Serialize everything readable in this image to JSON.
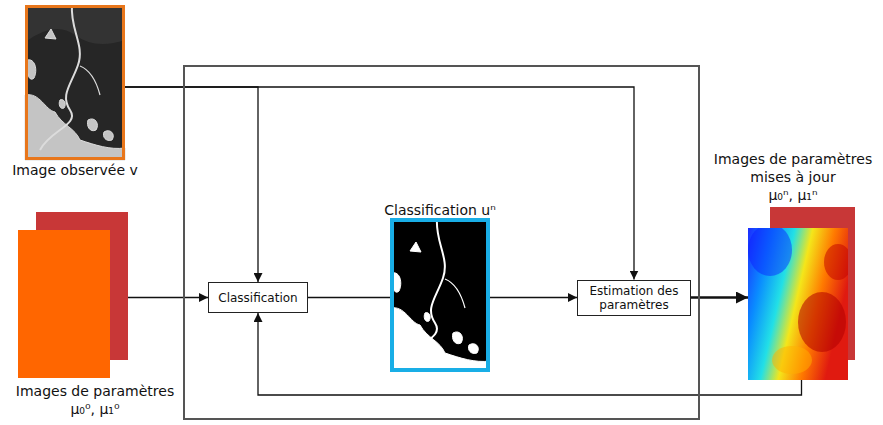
{
  "diagram": {
    "nodes": [
      {
        "text": [
          "Image observée v"
        ]
      },
      {
        "text": [
          "Images de paramètres",
          "μ₀⁰, μ₁⁰"
        ]
      },
      {
        "text": []
      },
      {
        "text": [
          "Classification"
        ],
        "in": 2
      },
      {
        "text": [
          "Classification uⁿ"
        ],
        "in": 2
      },
      {
        "text": [
          "Estimation des paramètres"
        ],
        "in": 2
      },
      {
        "text": [
          "Images de paramètres mises à jour",
          "μ₀ⁿ, μ₁ⁿ"
        ]
      }
    ],
    "edges": [
      {
        "from": 0,
        "to": 3,
        "arrow": "to"
      },
      {
        "from": 0,
        "to": 5,
        "arrow": "to"
      },
      {
        "from": 1,
        "to": 3,
        "arrow": "to"
      },
      {
        "from": 3,
        "to": 4,
        "arrow": "none"
      },
      {
        "from": 4,
        "to": 5,
        "arrow": "to"
      },
      {
        "from": 5,
        "to": 6,
        "arrow": "to"
      },
      {
        "from": 6,
        "to": 3,
        "arrow": "to"
      }
    ]
  }
}
